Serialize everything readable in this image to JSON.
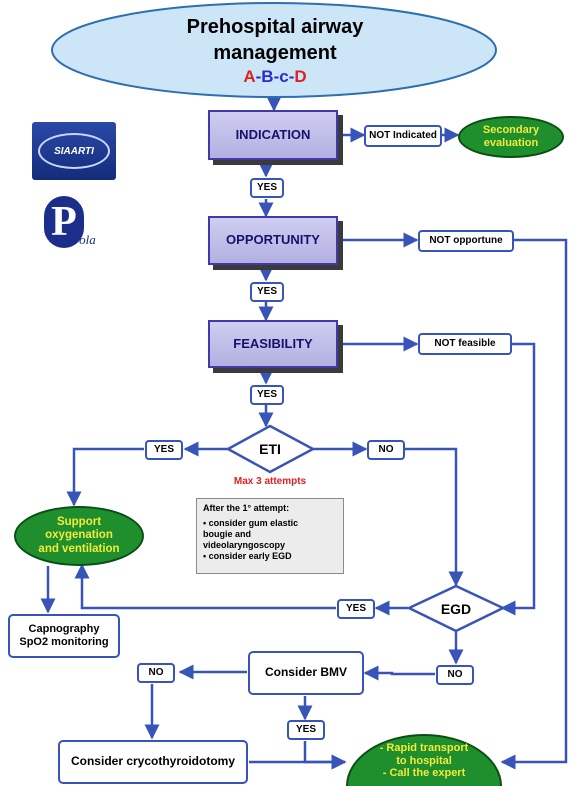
{
  "title": {
    "line1": "Prehospital airway",
    "line2": "management",
    "abcd": [
      "A",
      "-",
      "B",
      "-",
      "c",
      "-",
      "D"
    ]
  },
  "logos": [
    {
      "name": "SIAARTI",
      "text": "SIAARTI"
    },
    {
      "name": "Parola",
      "letter": "P",
      "text": "arola"
    }
  ],
  "steps": {
    "indication": "INDICATION",
    "opportunity": "OPPORTUNITY",
    "feasibility": "FEASIBILITY"
  },
  "negatives": {
    "not_indicated": "NOT Indicated",
    "not_opportune": "NOT opportune",
    "not_feasible": "NOT feasible"
  },
  "outcomes": {
    "secondary_line1": "Secondary",
    "secondary_line2": "evaluation",
    "support_line1": "Support",
    "support_line2": "oxygenation",
    "support_line3": "and ventilation",
    "rapid_line1": "- Rapid transport",
    "rapid_line2": "to hospital",
    "rapid_line3": "- Call the expert"
  },
  "decisions": {
    "eti": "ETI",
    "eti_note": "Max 3 attempts",
    "egd": "EGD"
  },
  "note": {
    "line1": "After the 1° attempt:",
    "line2": "• consider gum elastic",
    "line3": "bougie and",
    "line4": "videolaryngoscopy",
    "line5": "• consider early EGD"
  },
  "boxes": {
    "capnography_line1": "Capnography",
    "capnography_line2": "SpO2 monitoring",
    "bmv": "Consider  BMV",
    "cricothyroidotomy": "Consider crycothyroidotomy"
  },
  "connectors": {
    "yes": "YES",
    "no": "NO"
  },
  "colors": {
    "step_fill": "#c4c1ea",
    "step_border": "#3f3aa8",
    "arrow": "#3854b8",
    "green": "#1f8f2e",
    "green_text": "#f3ea3a",
    "title_fill": "#cde6f7",
    "abcd_red": "#e02020",
    "abcd_blue": "#2a2ad0"
  }
}
